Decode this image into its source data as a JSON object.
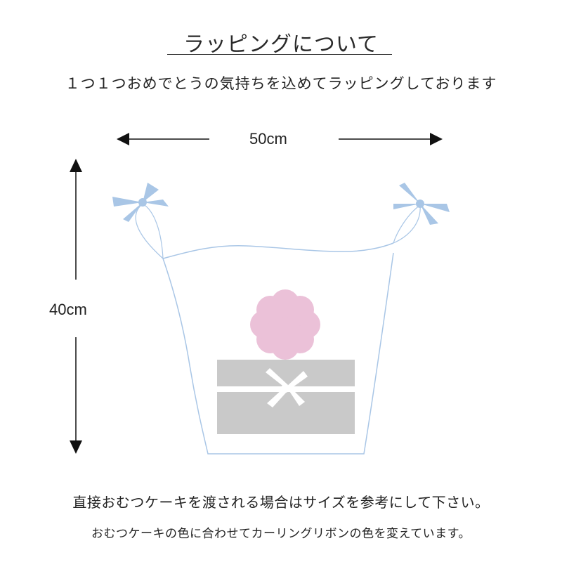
{
  "heading": {
    "title": "ラッピングについて",
    "subtitle": "１つ１つおめでとうの気持ちを込めてラッピングしております"
  },
  "dimensions": {
    "width_label": "50cm",
    "height_label": "40cm"
  },
  "notes": {
    "line1": "直接おむつケーキを渡される場合はサイズを参考にして下さい。",
    "line2": "おむつケーキの色に合わせてカーリングリボンの色を変えています。"
  },
  "colors": {
    "ribbon": "#a9c6e6",
    "bag_outline": "#a9c6e6",
    "flower": "#ebc1d8",
    "box": "#c9c9c9",
    "box_ribbon": "#ffffff",
    "arrow": "#111111"
  }
}
